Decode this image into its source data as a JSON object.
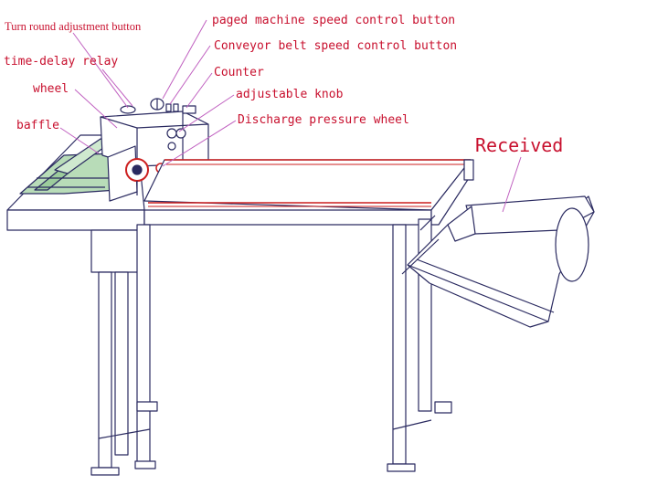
{
  "labels": {
    "turn_round_button": "Turn round adjustment button",
    "paged_speed_button": "paged machine speed control button",
    "time_delay_relay": "time-delay relay",
    "conveyor_speed_button": "Conveyor belt speed control button",
    "counter": "Counter",
    "wheel": "wheel",
    "adjustable_knob": "adjustable knob",
    "baffle": "baffle",
    "discharge_wheel": "Discharge pressure wheel",
    "received": "Received"
  },
  "colors": {
    "label_text": "#c8102e",
    "leader_line": "#c060c0",
    "frame_line": "#2a2a60",
    "belt_line": "#cc1f1f",
    "feeder_fill": "#b8dcb8"
  }
}
